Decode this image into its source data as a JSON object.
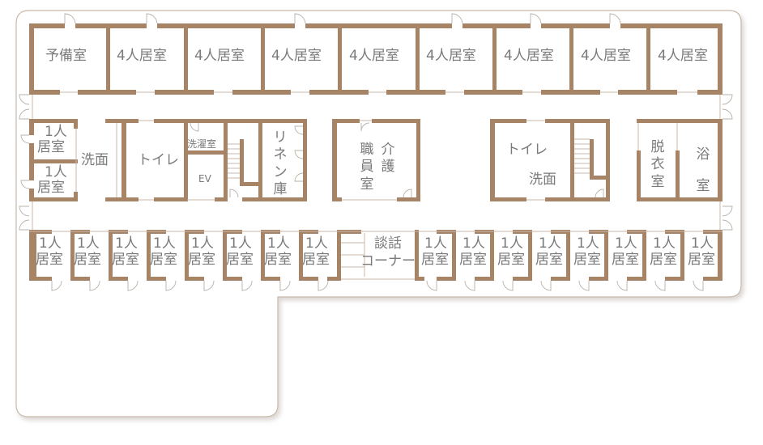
{
  "colors": {
    "wall": "#a88467",
    "outline": "#c9b9aa",
    "text": "#7a7a7a",
    "background": "#ffffff",
    "door": "#b9b0a8"
  },
  "north_rooms": [
    {
      "label": "予備室"
    },
    {
      "label": "4人居室"
    },
    {
      "label": "4人居室"
    },
    {
      "label": "4人居室"
    },
    {
      "label": "4人居室"
    },
    {
      "label": "4人居室"
    },
    {
      "label": "4人居室"
    },
    {
      "label": "4人居室"
    },
    {
      "label": "4人居室"
    }
  ],
  "center": {
    "single_room_1": {
      "line1": "1人",
      "line2": "居室"
    },
    "single_room_2": {
      "line1": "1人",
      "line2": "居室"
    },
    "washroom_left": "洗面",
    "toilet_left": "トイレ",
    "laundry": "洗濯室",
    "elevator": "EV",
    "linen": "リネン庫",
    "staff_room": {
      "col1": "職員室",
      "col2": "介護"
    },
    "toilet_right": "トイレ",
    "washroom_right": "洗面",
    "changing_room": "脱衣室",
    "bath": "浴室"
  },
  "south_rooms_left": [
    {
      "line1": "1人",
      "line2": "居室"
    },
    {
      "line1": "1人",
      "line2": "居室"
    },
    {
      "line1": "1人",
      "line2": "居室"
    },
    {
      "line1": "1人",
      "line2": "居室"
    },
    {
      "line1": "1人",
      "line2": "居室"
    },
    {
      "line1": "1人",
      "line2": "居室"
    },
    {
      "line1": "1人",
      "line2": "居室"
    },
    {
      "line1": "1人",
      "line2": "居室"
    }
  ],
  "lounge": {
    "line1": "談話",
    "line2": "コーナー"
  },
  "south_rooms_right": [
    {
      "line1": "1人",
      "line2": "居室"
    },
    {
      "line1": "1人",
      "line2": "居室"
    },
    {
      "line1": "1人",
      "line2": "居室"
    },
    {
      "line1": "1人",
      "line2": "居室"
    },
    {
      "line1": "1人",
      "line2": "居室"
    },
    {
      "line1": "1人",
      "line2": "居室"
    },
    {
      "line1": "1人",
      "line2": "居室"
    },
    {
      "line1": "1人",
      "line2": "居室"
    }
  ]
}
